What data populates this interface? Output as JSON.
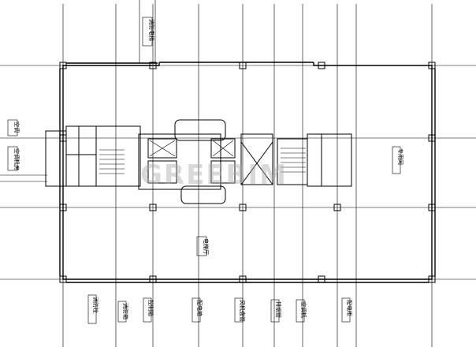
{
  "drawing": {
    "watermark": "GREEBIM",
    "tag_top": "消防电梯",
    "tag_left_a": "空调",
    "tag_left_b": "空调机房",
    "tag_center": "电梯厅",
    "tag_right": "专用网",
    "bottom_tags": [
      "消防栓",
      "消防箱",
      "控制箱",
      "配电箱",
      "风机盘管",
      "排烟管",
      "空调机",
      "配电柜"
    ]
  }
}
